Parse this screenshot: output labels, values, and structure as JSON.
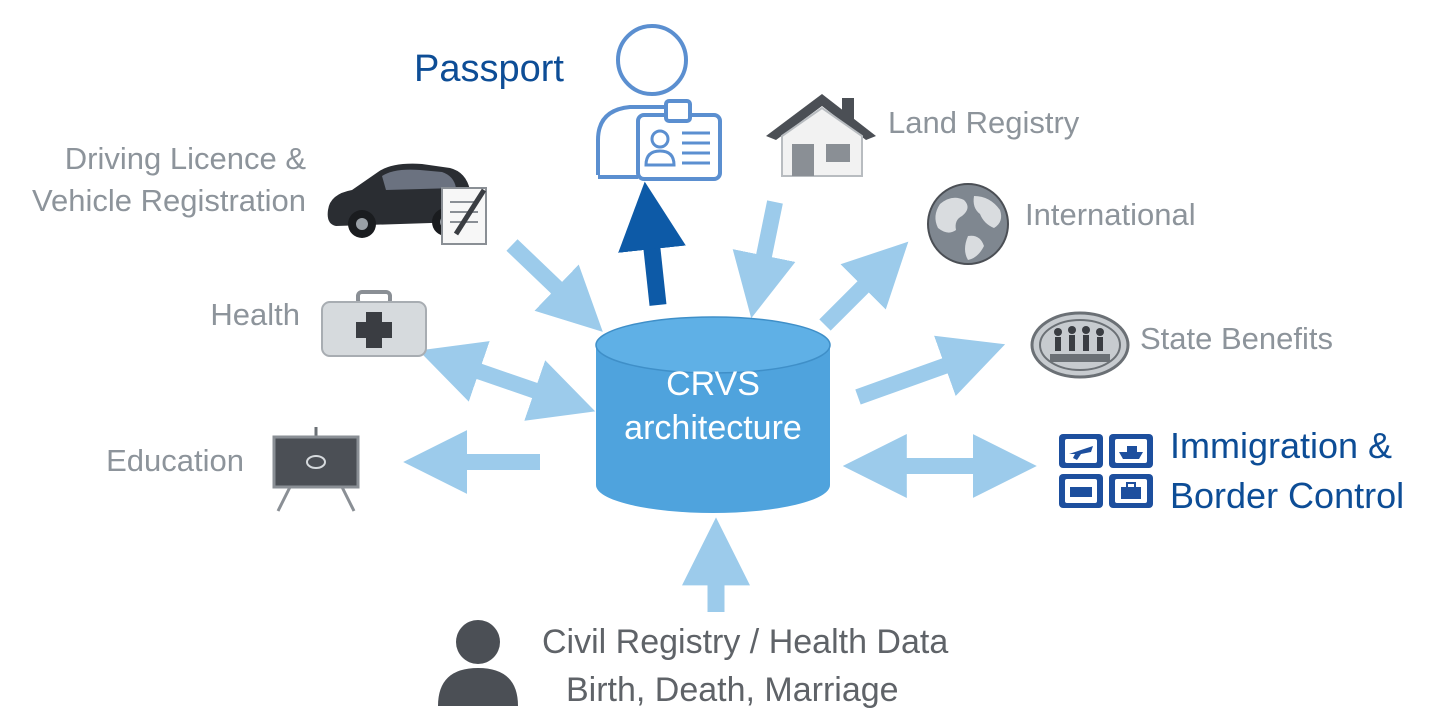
{
  "center": {
    "line1": "CRVS",
    "line2": "architecture"
  },
  "nodes": {
    "passport": "Passport",
    "land_registry": "Land Registry",
    "driving_line1": "Driving Licence &",
    "driving_line2": "Vehicle Registration",
    "international": "International",
    "health": "Health",
    "state_benefits": "State Benefits",
    "education": "Education",
    "immigration_line1": "Immigration &",
    "immigration_line2": "Border Control",
    "civil_line1": "Civil Registry / Health Data",
    "civil_line2": "Birth, Death, Marriage"
  },
  "icons": {
    "passport": "person-id-card-icon",
    "land_registry": "house-icon",
    "driving": "car-document-icon",
    "international": "globe-icon",
    "health": "first-aid-kit-icon",
    "state_benefits": "community-badge-icon",
    "education": "chalkboard-icon",
    "immigration": "travel-icons-grid",
    "civil": "person-silhouette-icon"
  },
  "colors": {
    "arrow_light": "#9ccbeb",
    "arrow_dark": "#0d5aa7",
    "database": "#4fa3dd",
    "blue_text": "#0d4d96",
    "gray_text": "#8d949b"
  }
}
